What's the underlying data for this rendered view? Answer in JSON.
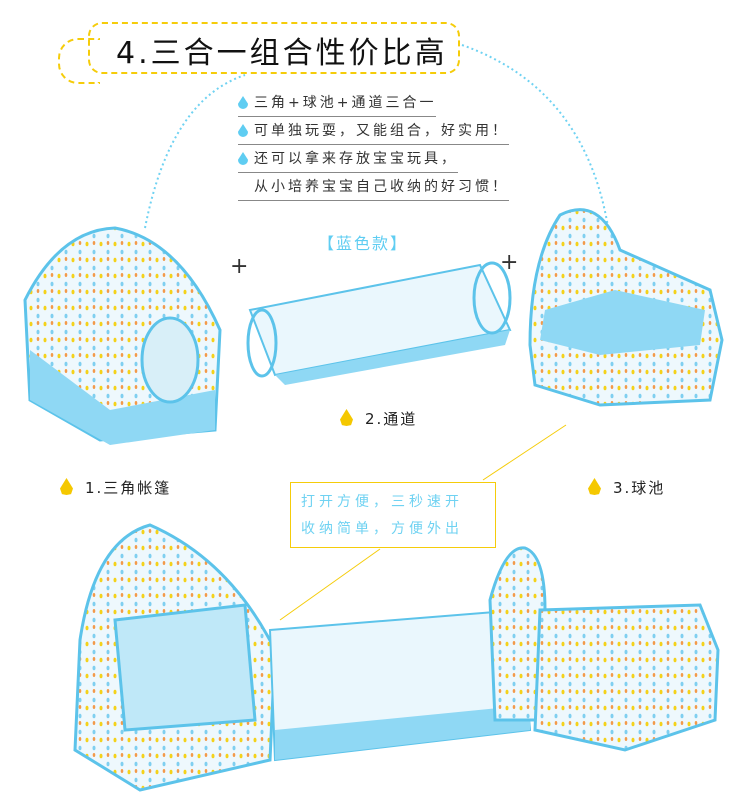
{
  "header": {
    "title": "4.三合一组合性价比高"
  },
  "features": [
    "三角+球池+通道三合一",
    "可单独玩耍，又能组合，好实用！",
    "还可以拿来存放宝宝玩具，",
    "从小培养宝宝自己收纳的好习惯！"
  ],
  "variant_label": "【蓝色款】",
  "plus_sign": "+",
  "parts": [
    {
      "label": "1.三角帐篷"
    },
    {
      "label": "2.通道"
    },
    {
      "label": "3.球池"
    }
  ],
  "callout": {
    "line1": "打开方便，三秒速开",
    "line2": "收纳简单，方便外出"
  },
  "colors": {
    "accent_yellow": "#f5cc0a",
    "accent_blue": "#5fcdf2"
  }
}
